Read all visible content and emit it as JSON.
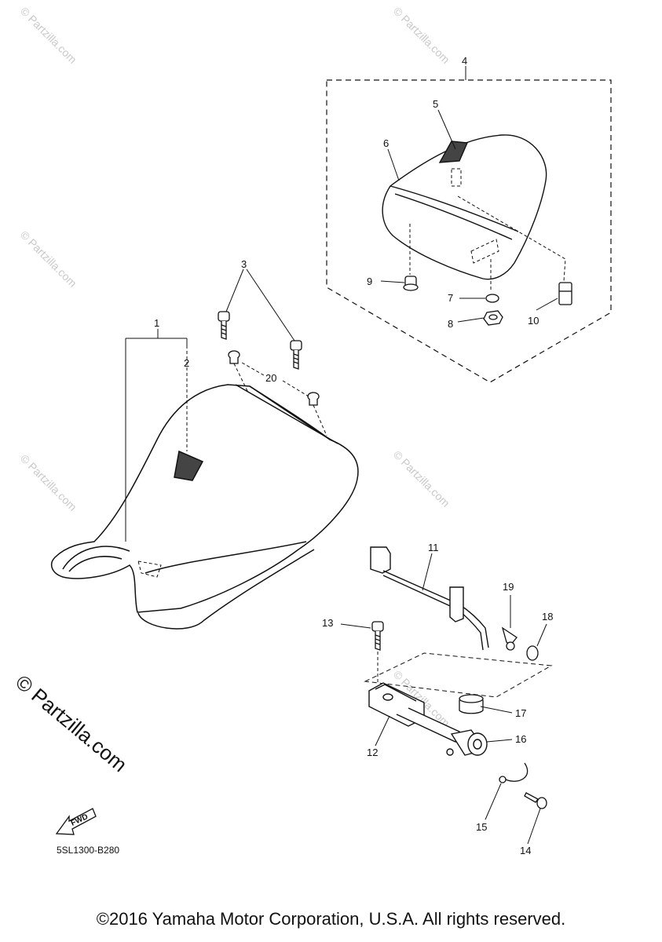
{
  "callouts": {
    "c1": "1",
    "c2": "2",
    "c3": "3",
    "c4": "4",
    "c5": "5",
    "c6": "6",
    "c7": "7",
    "c8": "8",
    "c9": "9",
    "c10": "10",
    "c11": "11",
    "c12": "12",
    "c13": "13",
    "c14": "14",
    "c15": "15",
    "c16": "16",
    "c17": "17",
    "c18": "18",
    "c19": "19",
    "c20": "20"
  },
  "watermark": "© Partzilla.com",
  "fwd_label": "FWD",
  "diagram_code": "5SL1300-B280",
  "copyright": "©2016 Yamaha Motor Corporation, U.S.A. All rights reserved."
}
